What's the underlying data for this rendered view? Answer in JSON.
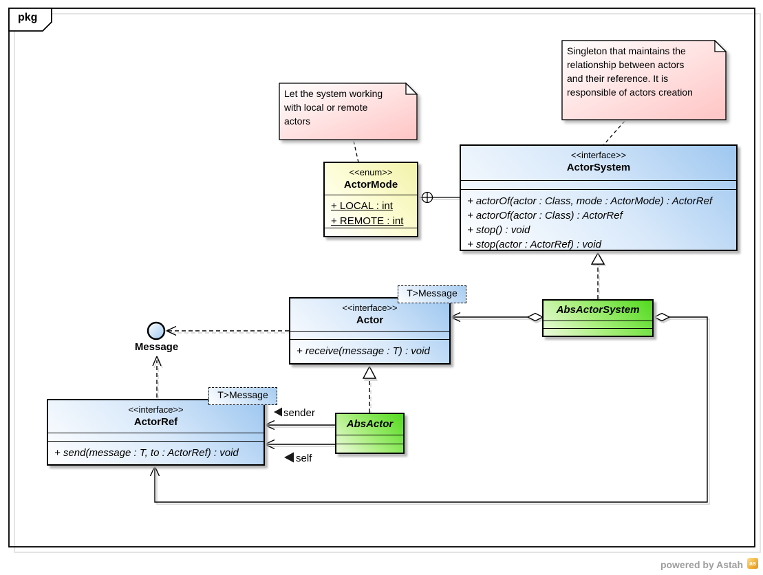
{
  "frame": {
    "tag_label": "pkg"
  },
  "notes": {
    "singleton": {
      "lines": [
        "Singleton that maintains the",
        "relationship between actors",
        "and their reference. It is",
        "responsible of actors creation"
      ]
    },
    "mode": {
      "lines": [
        "Let the system working",
        "with local or remote",
        "actors"
      ]
    }
  },
  "classes": {
    "actor_mode": {
      "stereotype": "<<enum>>",
      "name": "ActorMode",
      "attributes": [
        "+ LOCAL : int",
        "+ REMOTE : int"
      ]
    },
    "actor_system": {
      "stereotype": "<<interface>>",
      "name": "ActorSystem",
      "operations": [
        "+ actorOf(actor : Class, mode : ActorMode) : ActorRef",
        "+ actorOf(actor : Class) : ActorRef",
        "+ stop() : void",
        "+ stop(actor : ActorRef) : void"
      ]
    },
    "actor": {
      "stereotype": "<<interface>>",
      "name": "Actor",
      "template": "T>Message",
      "operations": [
        "+ receive(message : T) : void"
      ]
    },
    "actor_ref": {
      "stereotype": "<<interface>>",
      "name": "ActorRef",
      "template": "T>Message",
      "operations": [
        "+ send(message : T, to : ActorRef) : void"
      ]
    },
    "abs_actor_system": {
      "name": "AbsActorSystem"
    },
    "abs_actor": {
      "name": "AbsActor"
    }
  },
  "lollipop": {
    "label": "Message"
  },
  "edge_labels": {
    "sender": "sender",
    "self": "self"
  },
  "footer": {
    "credit": "powered by Astah",
    "logo_text": "as"
  },
  "colors": {
    "interface_fill": "#9ec7f0",
    "class_fill": "#52da1e",
    "enum_fill": "#f2f2aa",
    "note_fill": "#ffc8c8"
  }
}
